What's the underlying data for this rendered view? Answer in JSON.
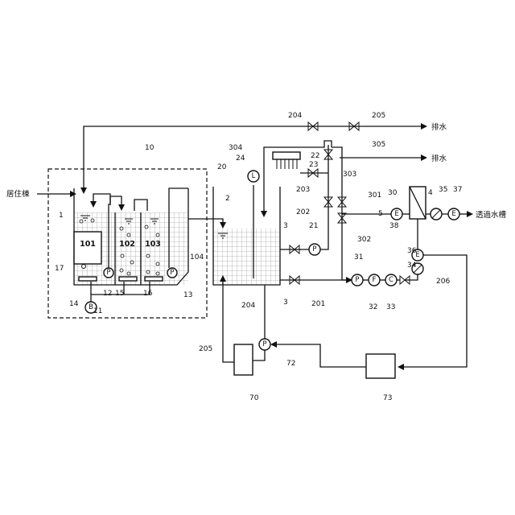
{
  "texts": {
    "residential_building": "居住棟",
    "drain_top": "排水",
    "drain_mid": "排水",
    "permeate_tank": "透過水槽"
  },
  "tank_labels": {
    "t101": "101",
    "t102": "102",
    "t103": "103"
  },
  "equipment_symbols": {
    "pump": "P",
    "blower": "B",
    "level": "L",
    "flow": "F",
    "conductivity": "C",
    "electric": "E"
  },
  "reference_numerals": [
    "1",
    "2",
    "3",
    "3",
    "4",
    "5",
    "10",
    "11",
    "12",
    "13",
    "14",
    "15",
    "16",
    "17",
    "20",
    "21",
    "22",
    "23",
    "24",
    "30",
    "31",
    "32",
    "33",
    "34",
    "35",
    "36",
    "37",
    "38",
    "70",
    "72",
    "73",
    "104",
    "201",
    "202",
    "203",
    "204",
    "204",
    "205",
    "205",
    "206",
    "301",
    "302",
    "303",
    "304",
    "305"
  ]
}
